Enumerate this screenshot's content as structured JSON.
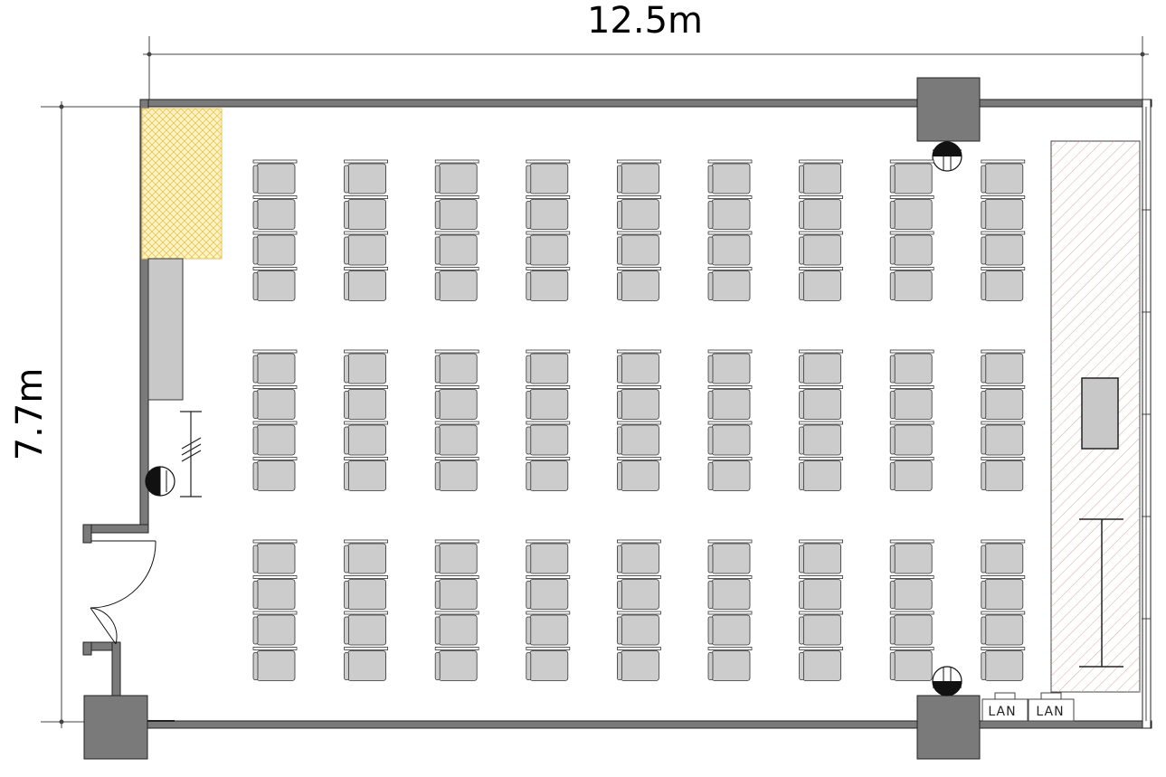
{
  "dimensions": {
    "width_label": "12.5m",
    "height_label": "7.7m"
  },
  "seating": {
    "block_rows": 3,
    "columns": 9,
    "chairs_per_column": 4
  },
  "outlets": {
    "lan_1": "LAN",
    "lan_2": "LAN"
  },
  "colors": {
    "wall": "#7a7a7a",
    "wall_outline": "#222222",
    "chair_fill": "#cccccc",
    "chair_outline": "#333333",
    "storage_fill": "#fbf3c4",
    "storage_hatch": "#e8c65a",
    "stage_hatch": "#d9a8a0",
    "cabinet_fill": "#c8c8c8"
  }
}
